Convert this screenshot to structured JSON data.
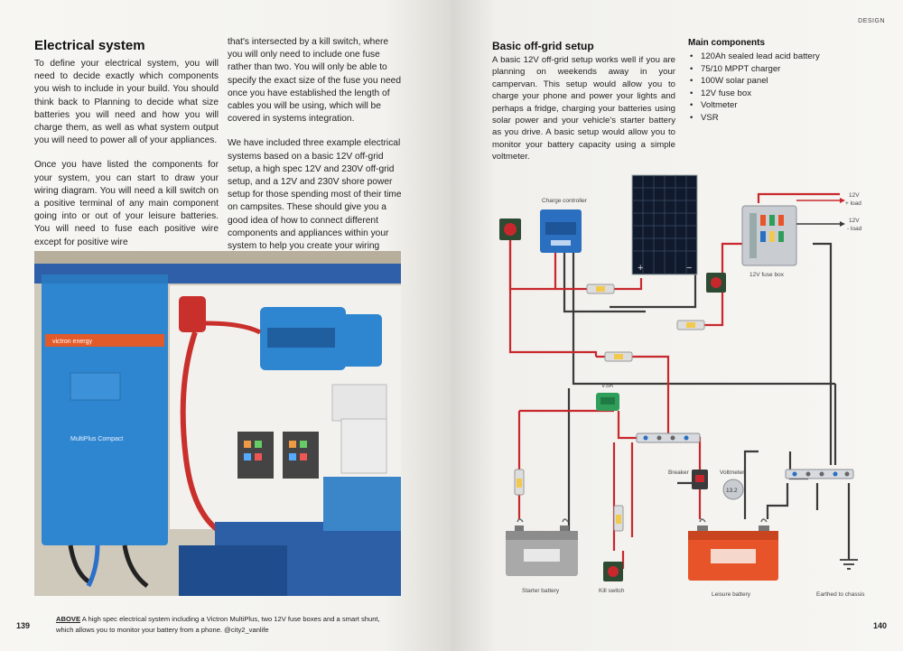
{
  "left_page": {
    "title": "Electrical system",
    "col1_paragraphs": [
      "To define your electrical system, you will need to decide exactly which components you wish to include in your build. You should think back to Planning to decide what size batteries you will need and how you will charge them, as well as what system output you will need to power all of your appliances.",
      "Once you have listed the components for your system, you can start to draw your wiring diagram. You will need a kill switch on a positive terminal of any main component going into or out of your leisure batteries. You will need to fuse each positive wire except for positive wire"
    ],
    "col2_paragraphs": [
      "that's intersected by a kill switch, where you will only need to include one fuse rather than two. You will only be able to specify the exact size of the fuse you need once you have established the length of cables you will be using, which will be covered in systems integration.",
      "We have included three example electrical systems based on a basic 12V off-grid setup, a high spec 12V and 230V off-grid setup, and a 12V and 230V shore power setup for those spending most of their time on campsites. These should give you a good idea of how to connect different components and appliances within your system to help you create your wiring diagram."
    ],
    "photo_text": {
      "brand": "victron energy",
      "model": "MultiPlus Compact"
    },
    "caption_lead": "ABOVE",
    "caption": " A high spec electrical system including a Victron MultiPlus, two 12V fuse boxes and a smart shunt, which allows you to monitor your battery from a phone. @city2_vanlife",
    "page_number": "139"
  },
  "right_page": {
    "header_tag": "DESIGN",
    "title": "Basic off-grid setup",
    "body": "A basic 12V off-grid setup works well if you are planning on weekends away in your campervan. This setup would allow you to charge your phone and power your lights and perhaps a fridge, charging your batteries using solar power and your vehicle's starter battery as you drive. A basic setup would allow you to monitor your battery capacity using a simple voltmeter.",
    "main_components_title": "Main components",
    "main_components": [
      "120Ah sealed lead acid battery",
      "75/10 MPPT charger",
      "100W solar panel",
      "12V fuse box",
      "Voltmeter",
      "VSR"
    ],
    "page_number": "140"
  },
  "diagram": {
    "labels": {
      "charge_controller": "Charge controller",
      "fuse_box": "12V fuse box",
      "load_pos_top": "12V",
      "load_pos_bottom": "+ load",
      "load_neg_top": "12V",
      "load_neg_bottom": "- load",
      "vsr": "VSR",
      "breaker": "Breaker",
      "voltmeter": "Voltmeter",
      "voltmeter_readout": "13.2",
      "starter_battery": "Starter battery",
      "kill_switch": "Kill switch",
      "leisure_battery": "Leisure battery",
      "earth": "Earthed to chassis"
    },
    "colors": {
      "positive_wire": "#c8282d",
      "negative_wire": "#3a3a3a",
      "charger_blue": "#2a6fc0",
      "leisure_battery": "#e8542a",
      "starter_battery": "#a9a9a9",
      "vsr_green": "#2f9e5a"
    }
  }
}
